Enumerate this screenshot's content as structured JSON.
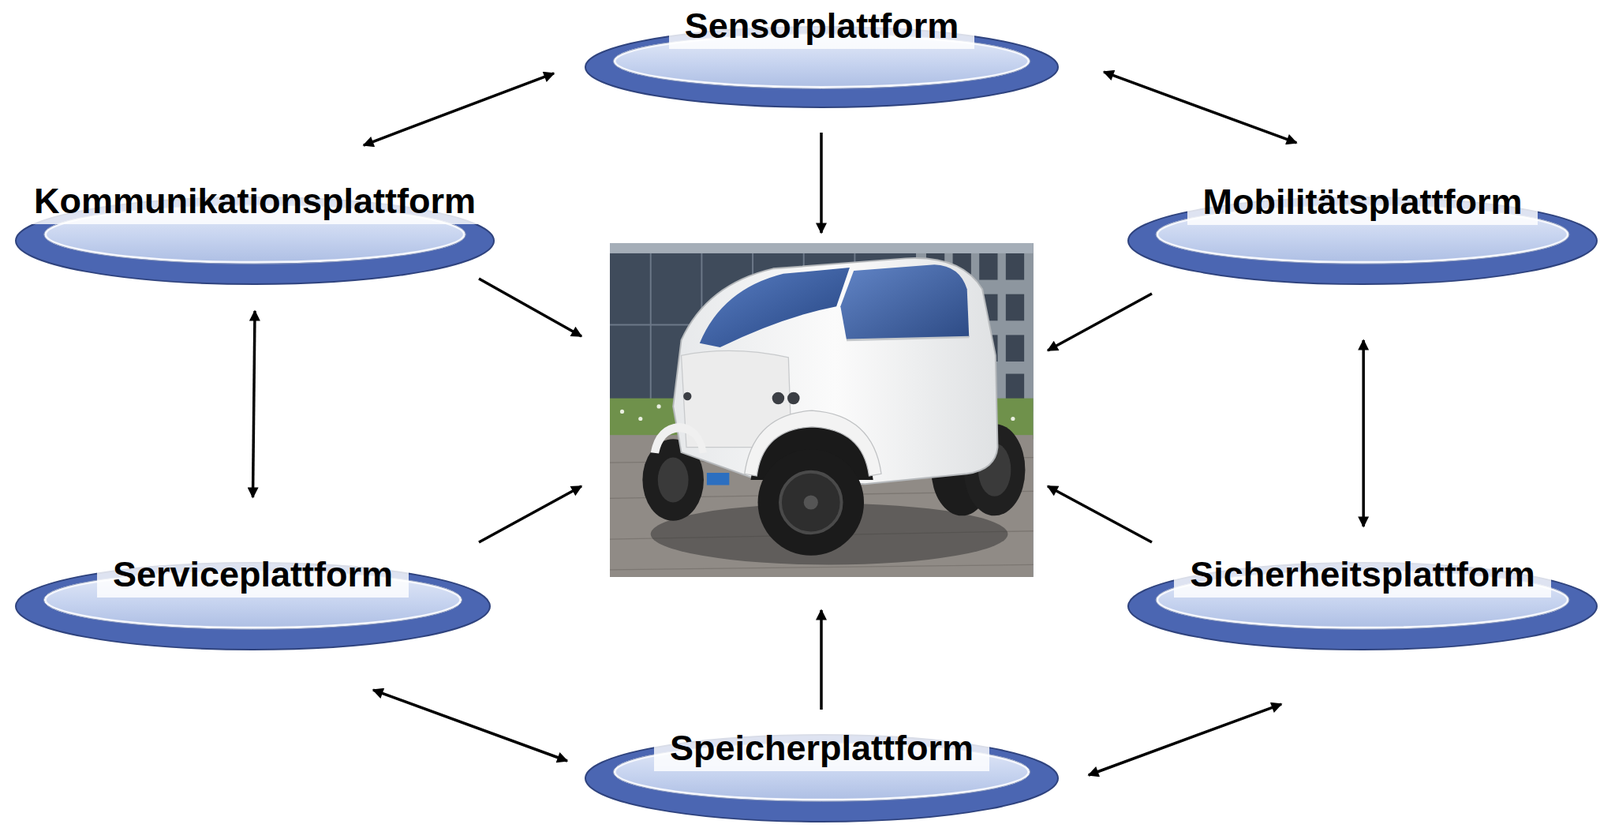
{
  "diagram": {
    "nodes": [
      {
        "text": [
          "Sensorplattform"
        ]
      },
      {
        "text": [
          "Kommunikationsplattform"
        ]
      },
      {
        "text": [
          "Mobilitätsplattform"
        ]
      },
      {
        "text": [
          "Serviceplattform"
        ]
      },
      {
        "text": [
          "Sicherheitsplattform"
        ]
      },
      {
        "text": [
          "Speicherplattform"
        ]
      }
    ],
    "edges": [
      {
        "from": 0,
        "to": 1,
        "arrow": "both"
      },
      {
        "from": 0,
        "to": 2,
        "arrow": "both"
      },
      {
        "from": 1,
        "to": 3,
        "arrow": "both"
      },
      {
        "from": 2,
        "to": 4,
        "arrow": "both"
      },
      {
        "from": 3,
        "to": 5,
        "arrow": "both"
      },
      {
        "from": 5,
        "to": 4,
        "arrow": "both"
      }
    ]
  }
}
